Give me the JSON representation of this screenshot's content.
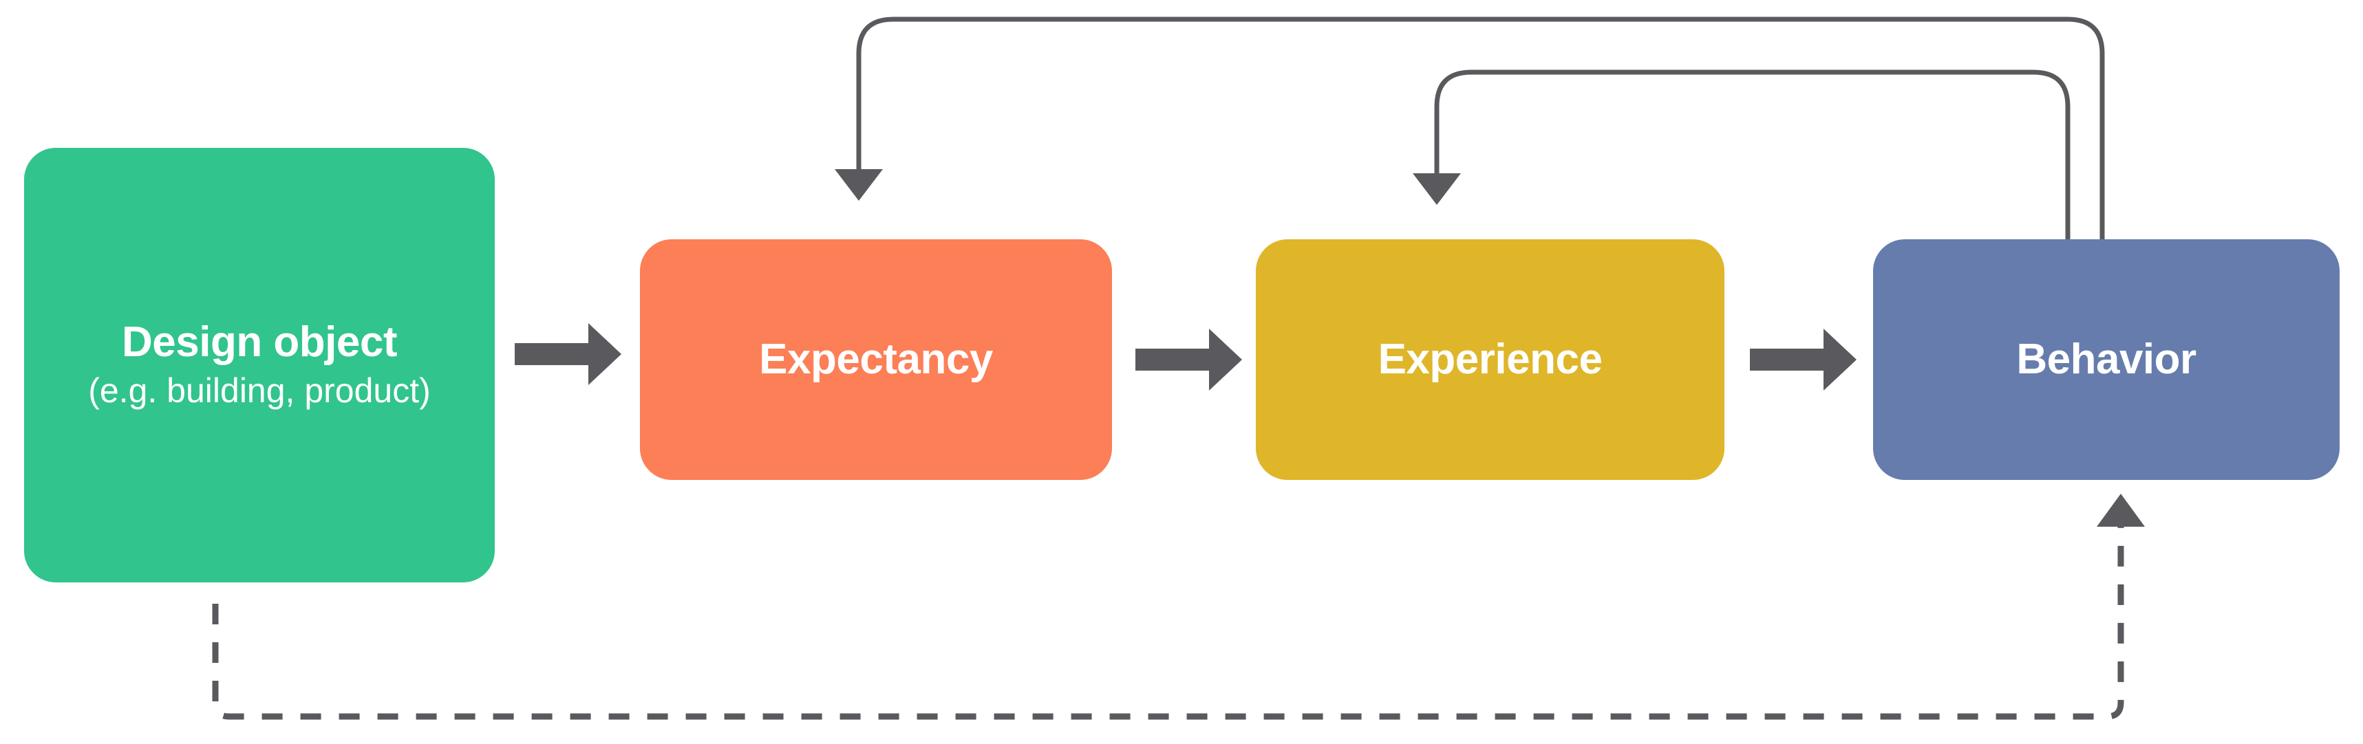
{
  "diagram": {
    "type": "process-flow",
    "background_color": "#ffffff",
    "nodes": [
      {
        "id": "design-object",
        "title": "Design object",
        "subtitle": "(e.g. building, product)",
        "color": "#31c48d",
        "text_color": "#ffffff"
      },
      {
        "id": "expectancy",
        "title": "Expectancy",
        "subtitle": "",
        "color": "#fc7f57",
        "text_color": "#ffffff"
      },
      {
        "id": "experience",
        "title": "Experience",
        "subtitle": "",
        "color": "#dfb62a",
        "text_color": "#ffffff"
      },
      {
        "id": "behavior",
        "title": "Behavior",
        "subtitle": "",
        "color": "#657cad",
        "text_color": "#ffffff"
      }
    ],
    "connectors": [
      {
        "id": "design-to-expectancy",
        "from": "design-object",
        "to": "expectancy",
        "style": "solid-block-arrow",
        "color": "#5a5a5e"
      },
      {
        "id": "expectancy-to-experience",
        "from": "expectancy",
        "to": "experience",
        "style": "solid-block-arrow",
        "color": "#5a5a5e"
      },
      {
        "id": "experience-to-behavior",
        "from": "experience",
        "to": "behavior",
        "style": "solid-block-arrow",
        "color": "#5a5a5e"
      },
      {
        "id": "behavior-to-expectancy-feedback",
        "from": "behavior",
        "to": "expectancy",
        "style": "solid-rounded-feedback",
        "color": "#5a5a5e",
        "routing": "top-outer"
      },
      {
        "id": "behavior-to-experience-feedback",
        "from": "behavior",
        "to": "experience",
        "style": "solid-rounded-feedback",
        "color": "#5a5a5e",
        "routing": "top-inner"
      },
      {
        "id": "design-to-behavior-dashed",
        "from": "design-object",
        "to": "behavior",
        "style": "dashed-feedback",
        "color": "#5a5a5e",
        "routing": "bottom"
      }
    ],
    "colors": {
      "green": "#31c48d",
      "orange": "#fc7f57",
      "yellow": "#dfb62a",
      "blue": "#657cad",
      "connector_gray": "#5a5a5e"
    }
  }
}
